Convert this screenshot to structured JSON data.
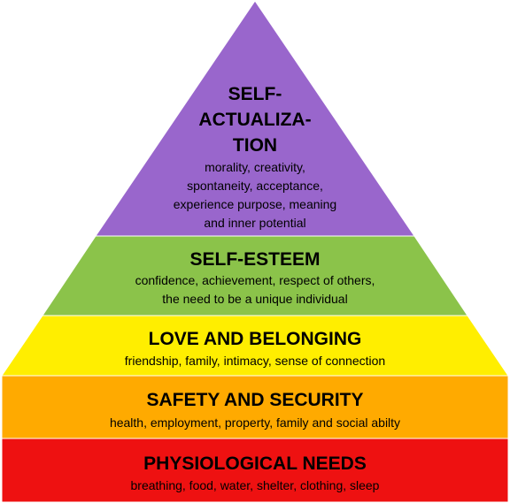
{
  "pyramid": {
    "tiers": [
      {
        "title_lines": [
          "SELF-",
          "ACTUALIZA-",
          "TION"
        ],
        "description_lines": [
          "morality, creativity,",
          "spontaneity, acceptance,",
          "experience purpose, meaning",
          "and inner potential"
        ],
        "color": "#9966cc"
      },
      {
        "title_lines": [
          "SELF-ESTEEM"
        ],
        "description_lines": [
          "confidence, achievement, respect of others,",
          "the need to be a unique individual"
        ],
        "color": "#8bc34a"
      },
      {
        "title_lines": [
          "LOVE AND BELONGING"
        ],
        "description_lines": [
          "friendship, family, intimacy, sense of connection"
        ],
        "color": "#ffee00"
      },
      {
        "title_lines": [
          "SAFETY AND SECURITY"
        ],
        "description_lines": [
          "health, employment, property, family and social abilty"
        ],
        "color": "#ffaa00"
      },
      {
        "title_lines": [
          "PHYSIOLOGICAL NEEDS"
        ],
        "description_lines": [
          "breathing, food, water, shelter, clothing, sleep"
        ],
        "color": "#ee1111"
      }
    ]
  }
}
